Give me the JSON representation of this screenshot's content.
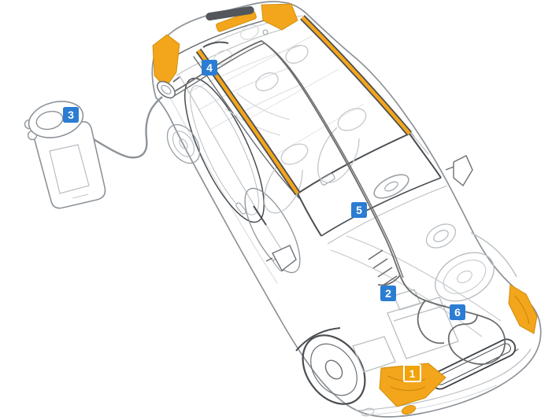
{
  "diagram": {
    "callouts": [
      {
        "number": "1",
        "variant": "orange"
      },
      {
        "number": "2",
        "variant": "blue"
      },
      {
        "number": "3",
        "variant": "blue"
      },
      {
        "number": "4",
        "variant": "blue"
      },
      {
        "number": "5",
        "variant": "blue"
      },
      {
        "number": "6",
        "variant": "blue"
      }
    ],
    "colors": {
      "callout_blue": "#2B7CD3",
      "callout_orange": "#F0A30A",
      "highlight_orange": "#F3A51C",
      "body_line_gray": "#9AA0A5",
      "wire_gray": "#6D6D6D",
      "background": "#FFFFFF"
    },
    "highlights": [
      "headlight-left",
      "headlight-right",
      "taillight-left",
      "taillight-right",
      "roof-rail-left",
      "roof-rail-right",
      "center-brake-light",
      "fog-light"
    ]
  }
}
